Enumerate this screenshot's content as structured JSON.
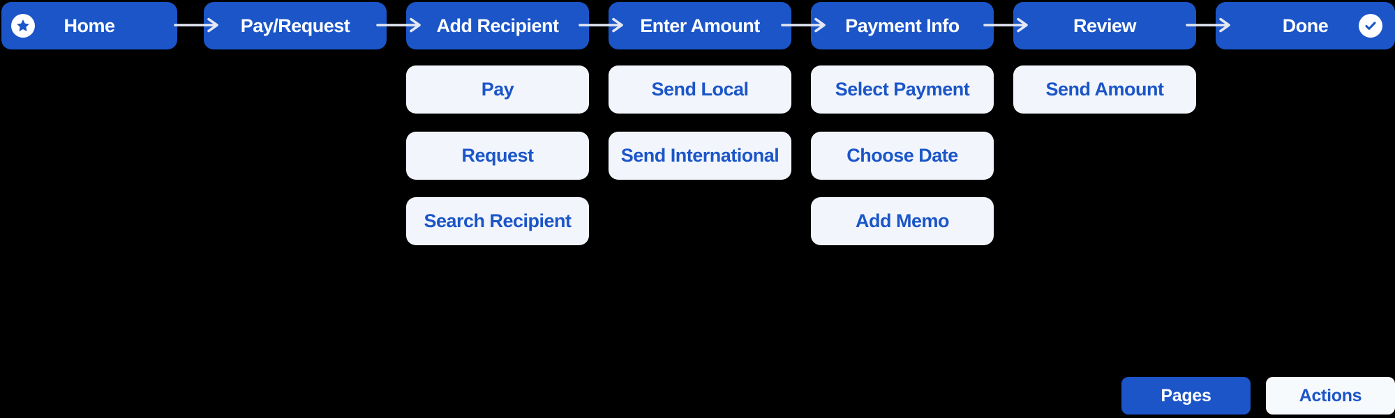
{
  "flow": {
    "steps": [
      {
        "label": "Home",
        "icon": "star-icon",
        "children": []
      },
      {
        "label": "Pay/Request",
        "icon": null,
        "children": []
      },
      {
        "label": "Add Recipient",
        "icon": null,
        "children": [
          "Pay",
          "Request",
          "Search Recipient"
        ]
      },
      {
        "label": "Enter Amount",
        "icon": null,
        "children": [
          "Send Local",
          "Send International"
        ]
      },
      {
        "label": "Payment Info",
        "icon": null,
        "children": [
          "Select Payment",
          "Choose Date",
          "Add Memo"
        ]
      },
      {
        "label": "Review",
        "icon": null,
        "children": [
          "Send Amount"
        ]
      },
      {
        "label": "Done",
        "icon": "check-circle-icon",
        "children": []
      }
    ]
  },
  "footer": {
    "pages_label": "Pages",
    "actions_label": "Actions"
  },
  "colors": {
    "accent": "#1B55C8",
    "surface_light": "#F2F6FC",
    "arrow": "#E4E8F5",
    "bg": "#000000",
    "text_on_accent": "#FFFFFF"
  }
}
